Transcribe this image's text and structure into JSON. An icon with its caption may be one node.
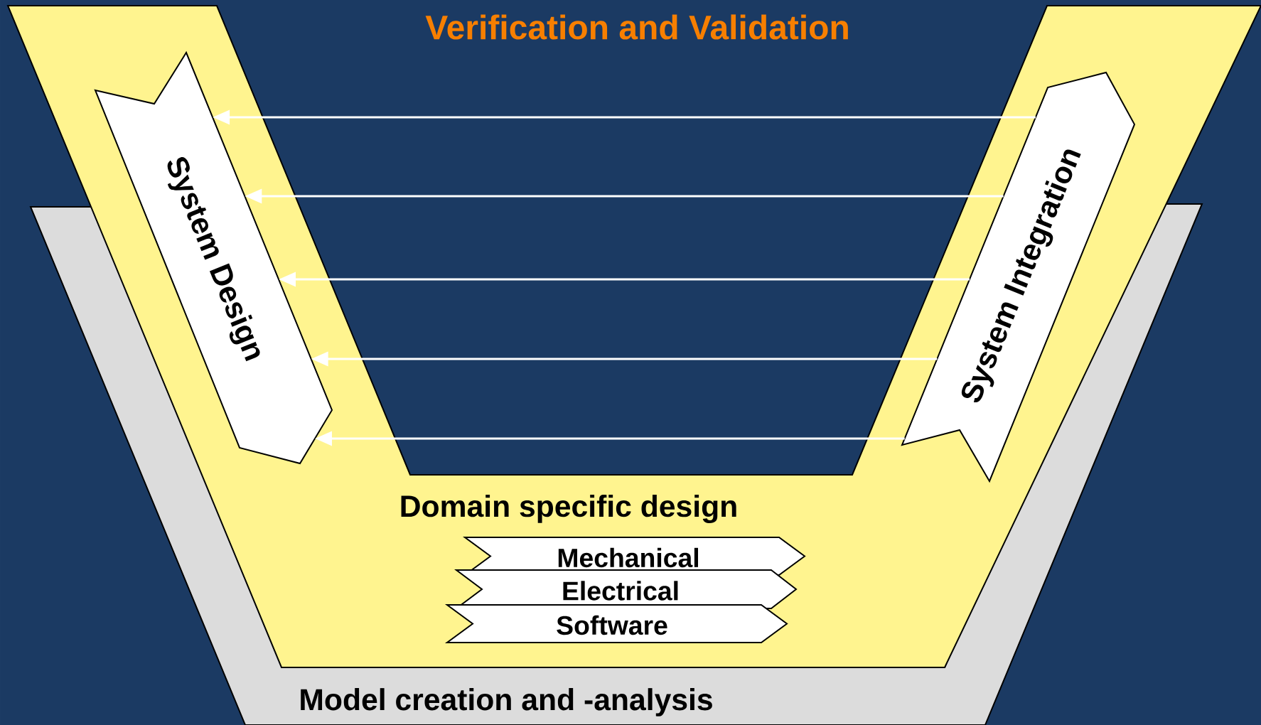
{
  "diagram": {
    "title": "Verification and Validation",
    "nodes": [
      {
        "text": [
          "Model creation and -analysis"
        ]
      },
      {
        "text": [
          "Domain specific design"
        ]
      },
      {
        "text": [
          "System Design"
        ],
        "in": 1
      },
      {
        "text": [
          "System Integration"
        ],
        "in": 1
      },
      {
        "text": [
          "Mechanical"
        ],
        "in": 1
      },
      {
        "text": [
          "Electrical"
        ],
        "in": 1
      },
      {
        "text": [
          "Software"
        ],
        "in": 1
      }
    ],
    "edges": [
      {
        "from": 3,
        "to": 2,
        "arrow": "to"
      },
      {
        "from": 3,
        "to": 2,
        "arrow": "to"
      },
      {
        "from": 3,
        "to": 2,
        "arrow": "to"
      },
      {
        "from": 3,
        "to": 2,
        "arrow": "to"
      },
      {
        "from": 3,
        "to": 2,
        "arrow": "to"
      }
    ]
  }
}
